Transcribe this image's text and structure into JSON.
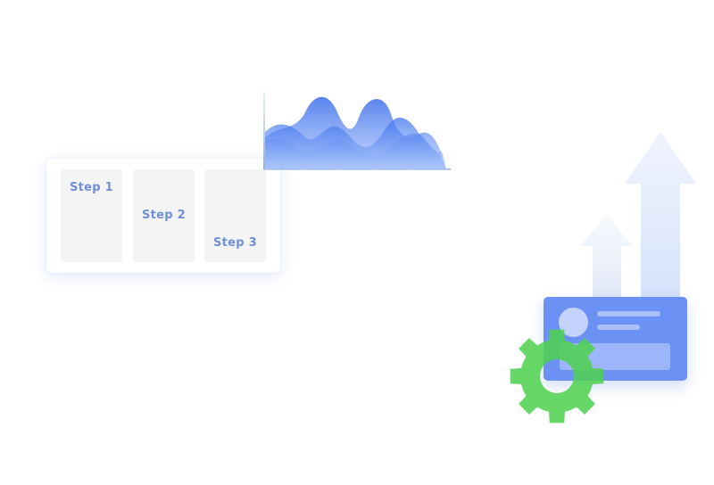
{
  "steps": {
    "items": [
      {
        "label": "Step 1"
      },
      {
        "label": "Step 2"
      },
      {
        "label": "Step 3"
      }
    ]
  },
  "colors": {
    "step_text": "#6f8fd9",
    "step_column": "#f4f4f5",
    "wave_primary": "#3f74ee",
    "card_blue": "#6a91f3",
    "gear_green": "#4fd24f",
    "arrow_light": "#dde8fb"
  },
  "icons": {
    "gear": "gear-icon",
    "arrows": "growth-arrows-icon",
    "avatar": "avatar-placeholder"
  }
}
